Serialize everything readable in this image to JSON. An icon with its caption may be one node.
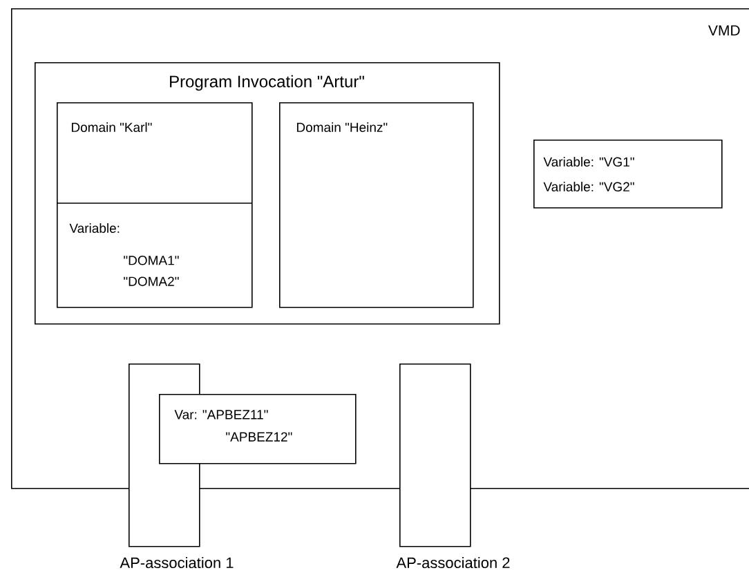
{
  "diagram": {
    "nodes": [
      {
        "text": [
          "VMD"
        ]
      },
      {
        "text": [
          "Program Invocation \"Artur\""
        ],
        "in": 0
      },
      {
        "text": [
          "Domain \"Karl\"",
          "Variable:",
          "\"DOMA1\" \"DOMA2\""
        ],
        "in": 1
      },
      {
        "text": [
          "Domain \"Heinz\""
        ],
        "in": 1
      },
      {
        "text": [
          "Variable: \"VG1\"",
          "Variable: \"VG2\""
        ],
        "in": 0
      },
      {
        "text": [
          "AP-association 1"
        ]
      },
      {
        "text": [
          "Var: \"APBEZ11\"",
          "\"APBEZ12\""
        ],
        "in": 0
      },
      {
        "text": [
          "AP-association 2"
        ]
      }
    ]
  }
}
